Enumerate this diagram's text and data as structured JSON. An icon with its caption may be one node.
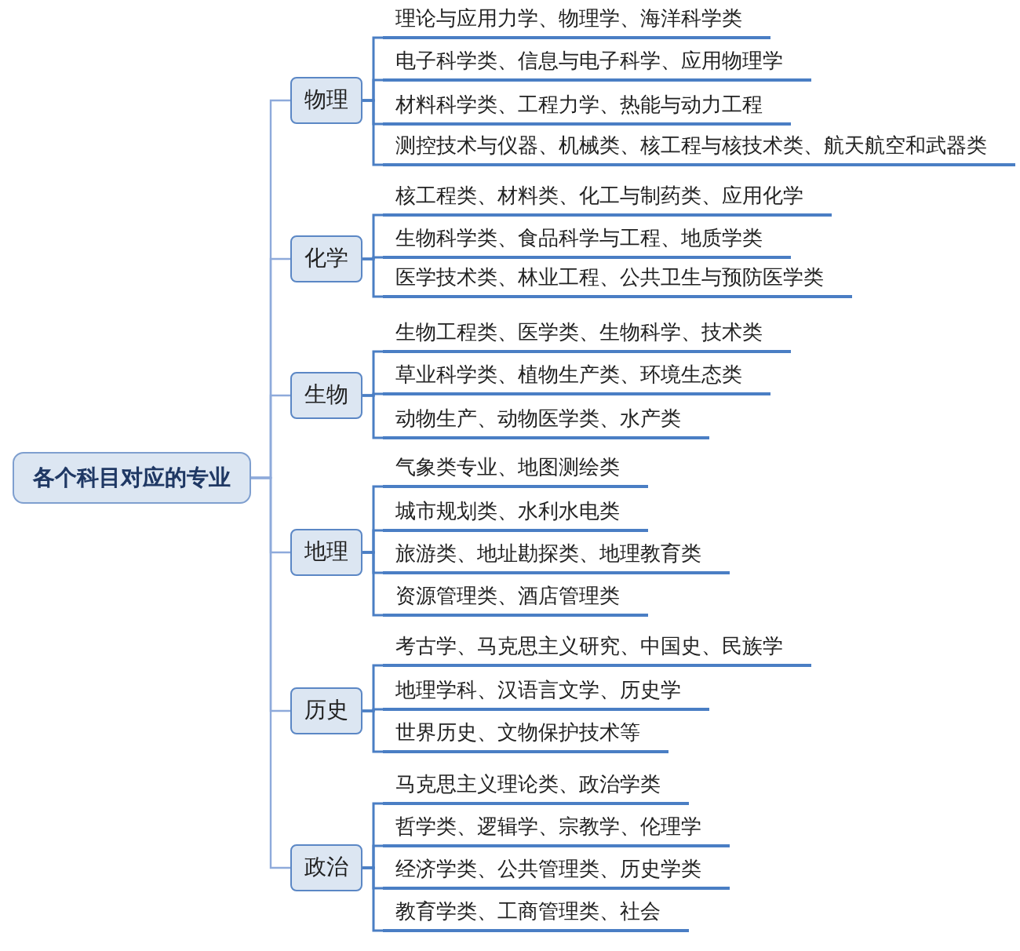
{
  "diagram": {
    "nodes": [
      {
        "text": [
          "各个科目对应的专业"
        ]
      },
      {
        "text": [
          "物理"
        ]
      },
      {
        "text": [
          "理论与应用力学、物理学、海洋科学类"
        ]
      },
      {
        "text": [
          "电子科学类、信息与电子科学、应用物理学"
        ]
      },
      {
        "text": [
          "材料科学类、工程力学、热能与动力工程"
        ]
      },
      {
        "text": [
          "测控技术与仪器、机械类、核工程与核技术类、航天航空和武器类"
        ]
      },
      {
        "text": [
          "化学"
        ]
      },
      {
        "text": [
          "核工程类、材料类、化工与制药类、应用化学"
        ]
      },
      {
        "text": [
          "生物科学类、食品科学与工程、地质学类"
        ]
      },
      {
        "text": [
          "医学技术类、林业工程、公共卫生与预防医学类"
        ]
      },
      {
        "text": [
          "生物"
        ]
      },
      {
        "text": [
          "生物工程类、医学类、生物科学、技术类"
        ]
      },
      {
        "text": [
          "草业科学类、植物生产类、环境生态类"
        ]
      },
      {
        "text": [
          "动物生产、动物医学类、水产类"
        ]
      },
      {
        "text": [
          "地理"
        ]
      },
      {
        "text": [
          "气象类专业、地图测绘类"
        ]
      },
      {
        "text": [
          "城市规划类、水利水电类"
        ]
      },
      {
        "text": [
          "旅游类、地址勘探类、地理教育类"
        ]
      },
      {
        "text": [
          "资源管理类、酒店管理类"
        ]
      },
      {
        "text": [
          "历史"
        ]
      },
      {
        "text": [
          "考古学、马克思主义研究、中国史、民族学"
        ]
      },
      {
        "text": [
          "地理学科、汉语言文学、历史学"
        ]
      },
      {
        "text": [
          "世界历史、文物保护技术等"
        ]
      },
      {
        "text": [
          "政治"
        ]
      },
      {
        "text": [
          "马克思主义理论类、政治学类"
        ]
      },
      {
        "text": [
          "哲学类、逻辑学、宗教学、伦理学"
        ]
      },
      {
        "text": [
          "经济学类、公共管理类、历史学类"
        ]
      },
      {
        "text": [
          "教育学类、工商管理类、社会"
        ]
      }
    ],
    "edges": [
      {
        "from": 0,
        "to": 1,
        "arrow": "none"
      },
      {
        "from": 1,
        "to": 2,
        "arrow": "none"
      },
      {
        "from": 1,
        "to": 3,
        "arrow": "none"
      },
      {
        "from": 1,
        "to": 4,
        "arrow": "none"
      },
      {
        "from": 1,
        "to": 5,
        "arrow": "none"
      },
      {
        "from": 0,
        "to": 6,
        "arrow": "none"
      },
      {
        "from": 6,
        "to": 7,
        "arrow": "none"
      },
      {
        "from": 6,
        "to": 8,
        "arrow": "none"
      },
      {
        "from": 6,
        "to": 9,
        "arrow": "none"
      },
      {
        "from": 0,
        "to": 10,
        "arrow": "none"
      },
      {
        "from": 10,
        "to": 11,
        "arrow": "none"
      },
      {
        "from": 10,
        "to": 12,
        "arrow": "none"
      },
      {
        "from": 10,
        "to": 13,
        "arrow": "none"
      },
      {
        "from": 0,
        "to": 14,
        "arrow": "none"
      },
      {
        "from": 14,
        "to": 15,
        "arrow": "none"
      },
      {
        "from": 14,
        "to": 16,
        "arrow": "none"
      },
      {
        "from": 14,
        "to": 17,
        "arrow": "none"
      },
      {
        "from": 14,
        "to": 18,
        "arrow": "none"
      },
      {
        "from": 0,
        "to": 19,
        "arrow": "none"
      },
      {
        "from": 19,
        "to": 20,
        "arrow": "none"
      },
      {
        "from": 19,
        "to": 21,
        "arrow": "none"
      },
      {
        "from": 19,
        "to": 22,
        "arrow": "none"
      },
      {
        "from": 0,
        "to": 23,
        "arrow": "none"
      },
      {
        "from": 23,
        "to": 24,
        "arrow": "none"
      },
      {
        "from": 23,
        "to": 25,
        "arrow": "none"
      },
      {
        "from": 23,
        "to": 26,
        "arrow": "none"
      },
      {
        "from": 23,
        "to": 27,
        "arrow": "none"
      }
    ]
  }
}
